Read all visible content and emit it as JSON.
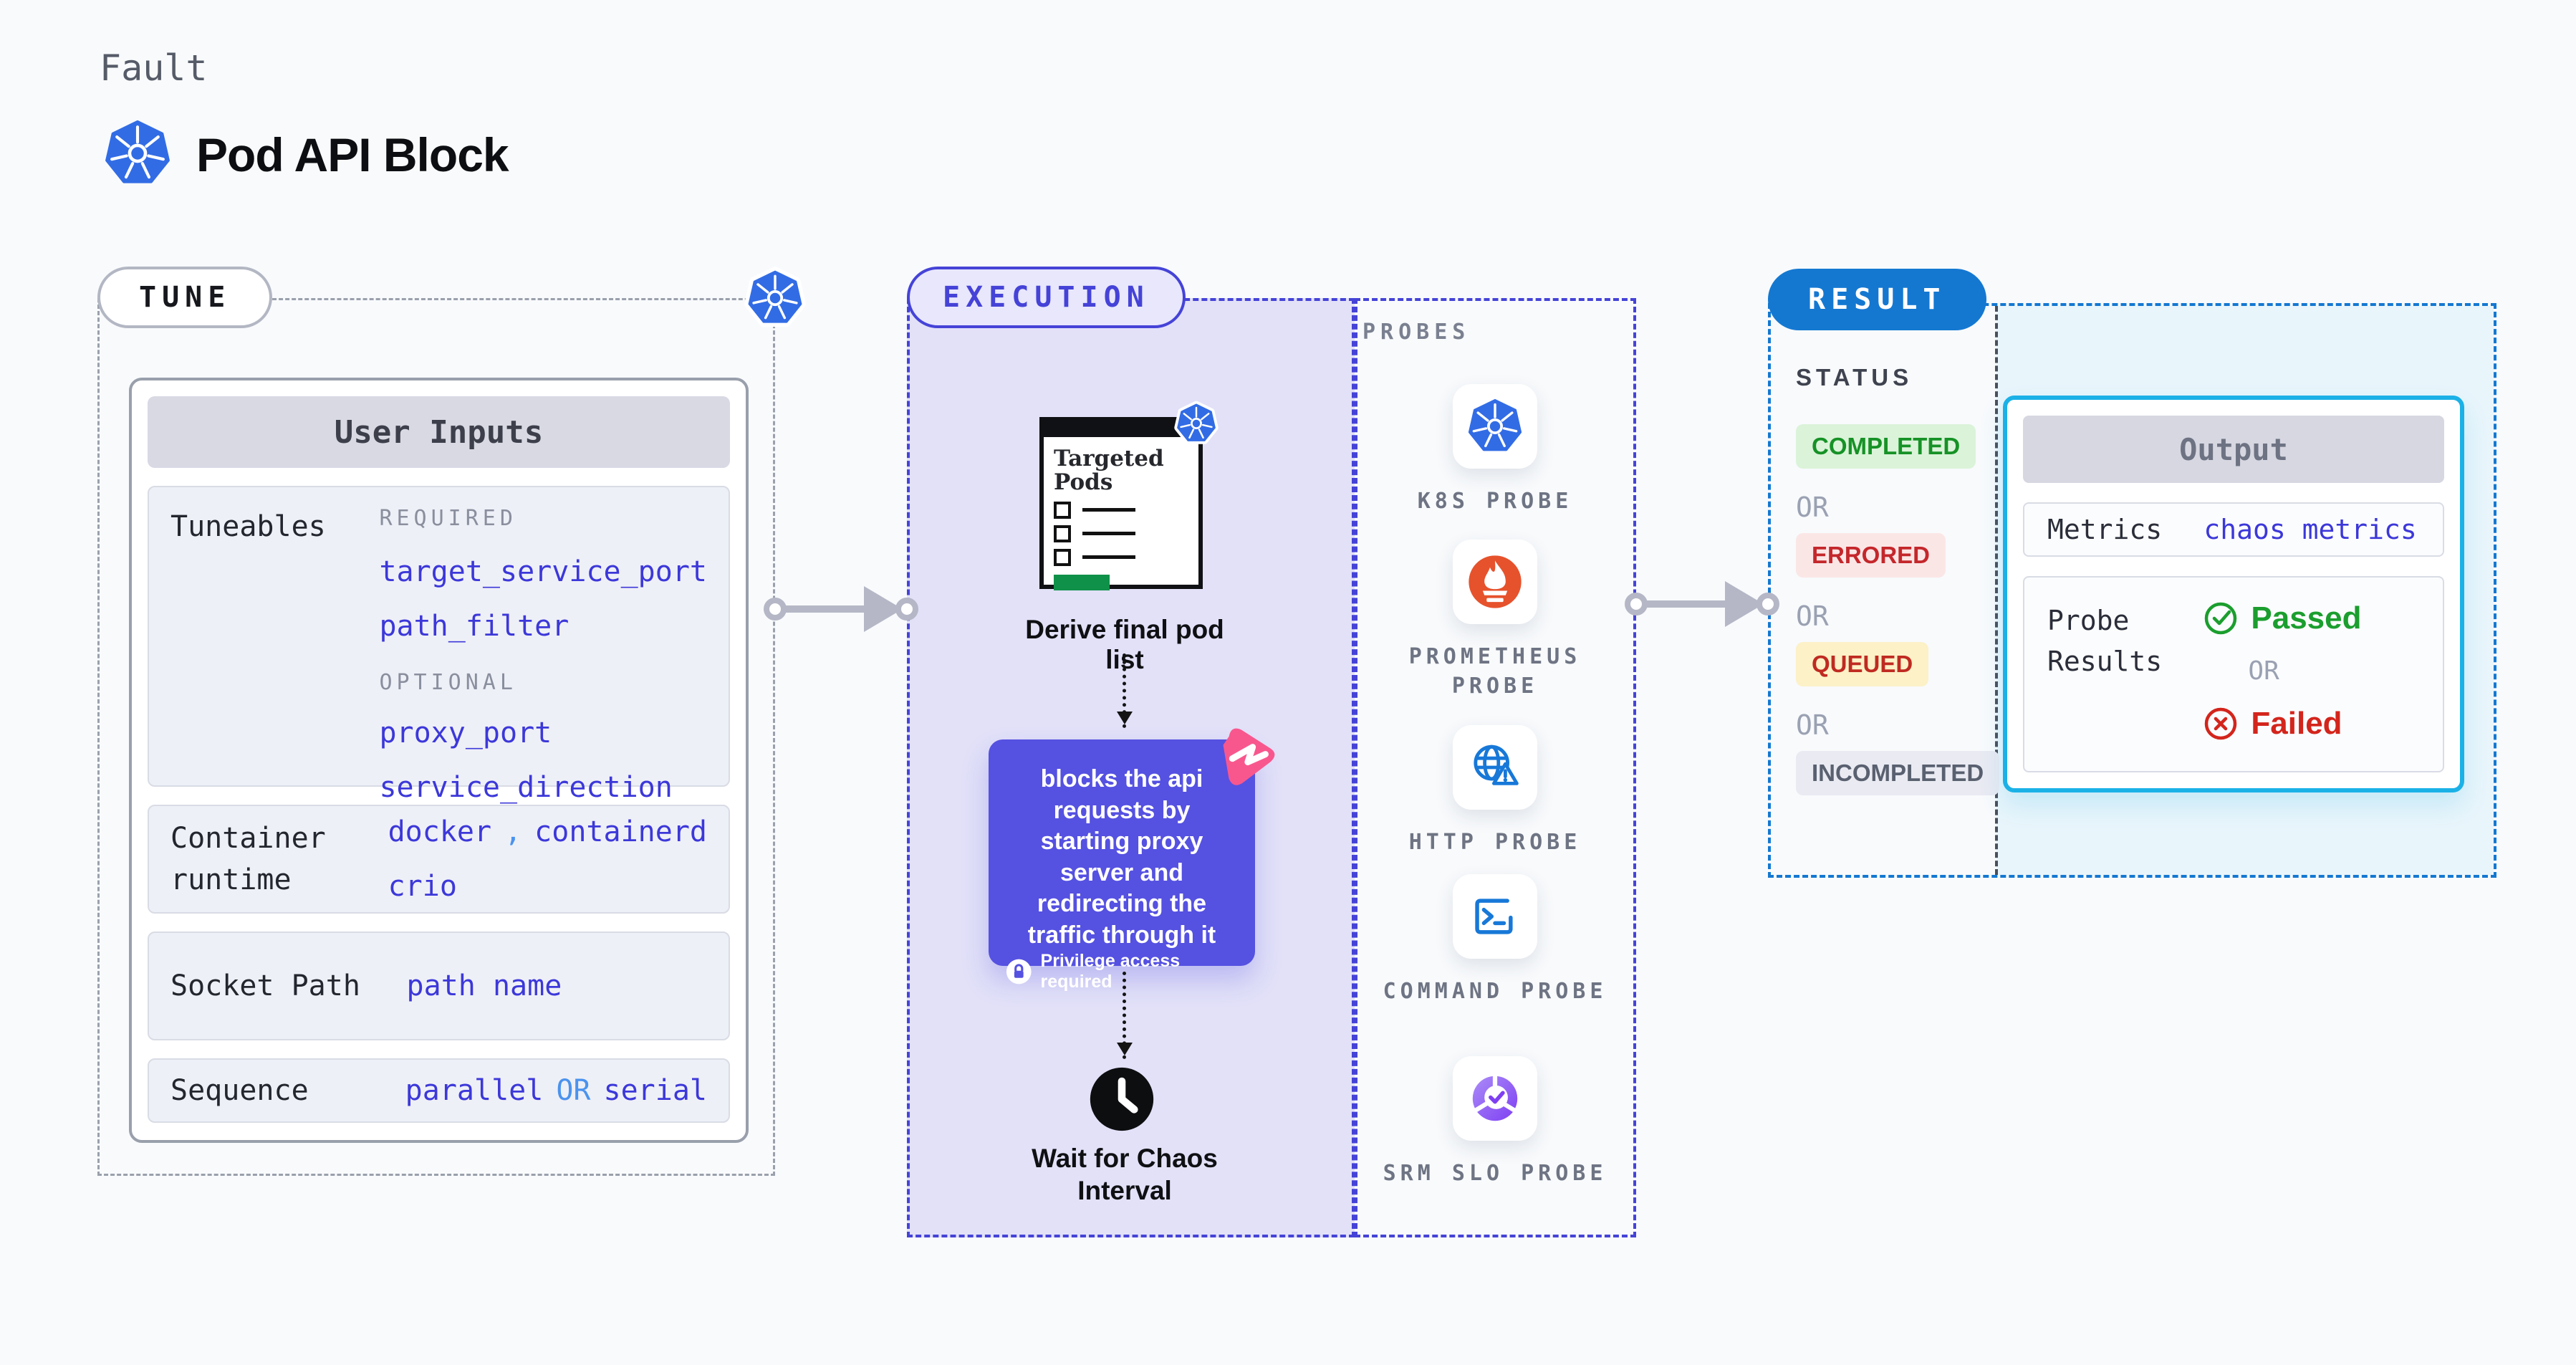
{
  "header": {
    "category": "Fault",
    "title": "Pod API Block"
  },
  "tune": {
    "pill": "TUNE",
    "user_inputs": {
      "title": "User Inputs",
      "tuneables": {
        "label": "Tuneables",
        "required_label": "REQUIRED",
        "required": [
          "target_service_port",
          "path_filter"
        ],
        "optional_label": "OPTIONAL",
        "optional": [
          "proxy_port",
          "service_direction"
        ]
      },
      "container_runtime": {
        "label": "Container runtime",
        "value_1": "docker",
        "separator": ",",
        "value_2": "containerd",
        "value_3": "crio"
      },
      "socket_path": {
        "label": "Socket Path",
        "value": "path name"
      },
      "sequence": {
        "label": "Sequence",
        "value_a": "parallel",
        "or": "OR",
        "value_b": "serial"
      }
    }
  },
  "execution": {
    "pill": "EXECUTION",
    "targeted_pods_title": "Targeted Pods",
    "derive_label": "Derive final pod list",
    "action_text": "blocks the api requests by starting proxy server and redirecting the traffic through it",
    "privilege_label": "Privilege access required",
    "wait_label": "Wait for Chaos Interval"
  },
  "probes": {
    "title": "PROBES",
    "items": [
      {
        "name": "K8S PROBE",
        "icon": "kubernetes-icon"
      },
      {
        "name": "PROMETHEUS PROBE",
        "icon": "prometheus-icon"
      },
      {
        "name": "HTTP PROBE",
        "icon": "http-globe-warning-icon"
      },
      {
        "name": "COMMAND PROBE",
        "icon": "terminal-icon"
      },
      {
        "name": "SRM SLO PROBE",
        "icon": "slo-pie-check-icon"
      }
    ]
  },
  "result": {
    "pill": "RESULT",
    "status": {
      "label": "STATUS",
      "or": "OR",
      "badges": [
        {
          "text": "COMPLETED",
          "fg": "#169226",
          "bg": "#dbf3d9"
        },
        {
          "text": "ERRORED",
          "fg": "#c4272b",
          "bg": "#fbe6e6"
        },
        {
          "text": "QUEUED",
          "fg": "#bf2a21",
          "bg": "#fcf1c7"
        },
        {
          "text": "INCOMPLETED",
          "fg": "#59606f",
          "bg": "#e9eaf2"
        }
      ]
    },
    "output": {
      "title": "Output",
      "metrics_label": "Metrics",
      "metrics_value": "chaos metrics",
      "probe_results_label": "Probe Results",
      "passed": "Passed",
      "or": "OR",
      "failed": "Failed"
    }
  },
  "colors": {
    "page_bg": "#f8fafc",
    "accent_indigo": "#4543d7",
    "link_indigo": "#3c38d9",
    "light_blue_accent": "#4b93ee",
    "lavender_bg": "#e2e1f8",
    "purple_action_box": "#5551e1",
    "pink_logo": "#f8578e",
    "k8s_blue": "#326ce5",
    "prometheus_orange": "#e6522c",
    "result_blue": "#1478d1",
    "output_cyan_border": "#1bb1e7",
    "output_cyan_bg": "#e8f5fb",
    "arrow_gray": "#b5b7c6",
    "passed_green": "#1b9e2e",
    "failed_red": "#d3251c",
    "pods_green_bar": "#0f9149"
  }
}
